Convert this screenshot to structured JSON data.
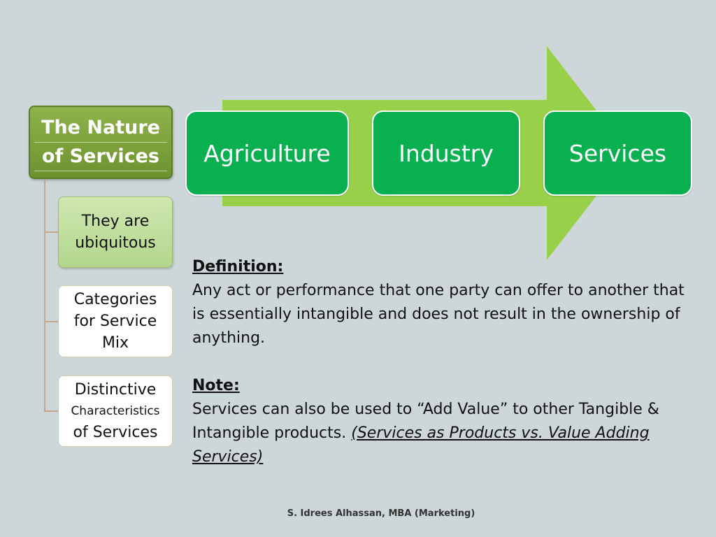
{
  "title": {
    "line1": "The Nature",
    "line2": "of Services"
  },
  "stages": [
    {
      "label": "Agriculture"
    },
    {
      "label": "Industry"
    },
    {
      "label": "Services"
    }
  ],
  "children": [
    {
      "line1": "They are",
      "line2": "ubiquitous"
    },
    {
      "line1": "Categories",
      "line2": "for Service",
      "line3": "Mix"
    },
    {
      "line1": "Distinctive",
      "line2": "Characteristics",
      "line3": "of Services"
    }
  ],
  "definition": {
    "heading": "Definition:",
    "body": "Any act or performance that one party can offer to another that is essentially intangible and does not result in the ownership of anything."
  },
  "note": {
    "heading": "Note:",
    "body": "Services can also be used to “Add Value” to other Tangible & Intangible products. ",
    "italic": "(Services as Products vs. Value Adding Services)"
  },
  "footer": "S. Idrees Alhassan, MBA (Marketing)",
  "colors": {
    "arrow": "#99d04a",
    "stage": "#09b050",
    "title": "#7ca23a",
    "background": "#cdd6d9"
  }
}
